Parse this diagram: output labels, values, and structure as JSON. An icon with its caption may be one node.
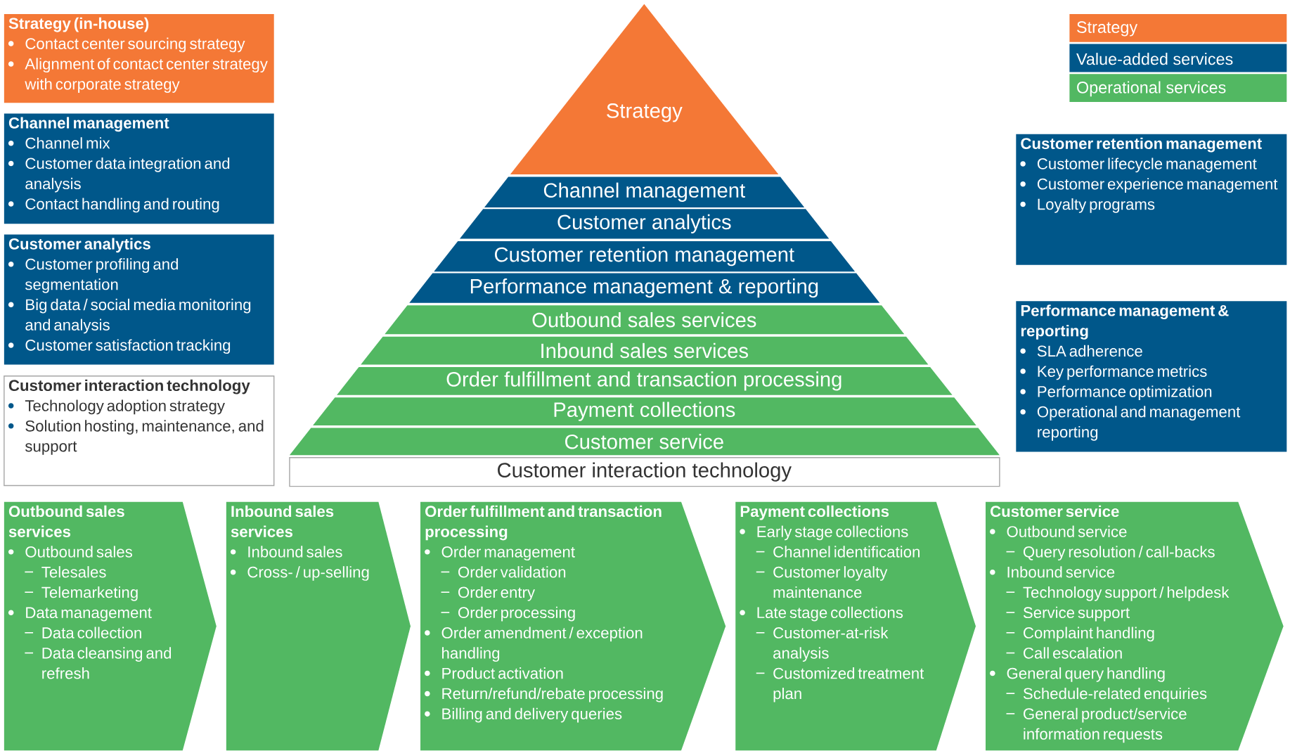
{
  "diagram": {
    "nodes": [
      {
        "text": [
          "Strategy (in-house)",
          "Contact center sourcing strategy",
          "Alignment of contact center strategy with corporate strategy"
        ]
      },
      {
        "text": [
          "Channel management",
          "Channel mix",
          "Customer data integration and analysis",
          "Contact handling and routing"
        ]
      },
      {
        "text": [
          "Customer analytics",
          "Customer profiling and segmentation",
          "Big data / social media monitoring and analysis",
          "Customer satisfaction tracking"
        ]
      },
      {
        "text": [
          "Customer interaction technology",
          "Technology adoption strategy",
          "Solution hosting, maintenance, and support"
        ]
      },
      {
        "text": [
          "Strategy"
        ]
      },
      {
        "text": [
          "Channel management"
        ]
      },
      {
        "text": [
          "Customer analytics"
        ]
      },
      {
        "text": [
          "Customer retention management"
        ]
      },
      {
        "text": [
          "Performance management & reporting"
        ]
      },
      {
        "text": [
          "Outbound sales services"
        ]
      },
      {
        "text": [
          "Inbound sales services"
        ]
      },
      {
        "text": [
          "Order fulfillment and transaction processing"
        ]
      },
      {
        "text": [
          "Payment collections"
        ]
      },
      {
        "text": [
          "Customer service"
        ]
      },
      {
        "text": [
          "Customer interaction technology"
        ]
      },
      {
        "text": [
          "Customer retention management",
          "Customer lifecycle management",
          "Customer experience management",
          "Loyalty programs"
        ]
      },
      {
        "text": [
          "Performance management & reporting",
          "SLA adherence",
          "Key performance metrics",
          "Performance optimization",
          "Operational and management reporting"
        ]
      },
      {
        "text": [
          "Outbound sales services",
          "Outbound sales",
          "Telesales",
          "Telemarketing",
          "Data management",
          "Data collection",
          "Data cleansing and refresh"
        ]
      },
      {
        "text": [
          "Inbound sales services",
          "Inbound sales",
          "Cross- / up-selling"
        ]
      },
      {
        "text": [
          "Order fulfillment and transaction processing",
          "Order management",
          "Order validation",
          "Order entry",
          "Order processing",
          "Order amendment / exception handling",
          "Product activation",
          "Return/refund/rebate processing",
          "Billing and delivery queries"
        ]
      },
      {
        "text": [
          "Payment collections",
          "Early stage collections",
          "Channel identification",
          "Customer loyalty maintenance",
          "Late stage collections",
          "Customer-at-risk analysis",
          "Customized treatment plan"
        ]
      },
      {
        "text": [
          "Customer service",
          "Outbound service",
          "Query resolution / call-backs",
          "Inbound service",
          "Technology support / helpdesk",
          "Service support",
          "Complaint handling",
          "Call escalation",
          "General query handling",
          "Schedule-related enquiries",
          "General product/service information requests"
        ]
      }
    ],
    "legend": [
      {
        "text": "Strategy",
        "color": "#f47836"
      },
      {
        "text": "Value-added services",
        "color": "#00578a"
      },
      {
        "text": "Operational services",
        "color": "#52b862"
      }
    ]
  }
}
